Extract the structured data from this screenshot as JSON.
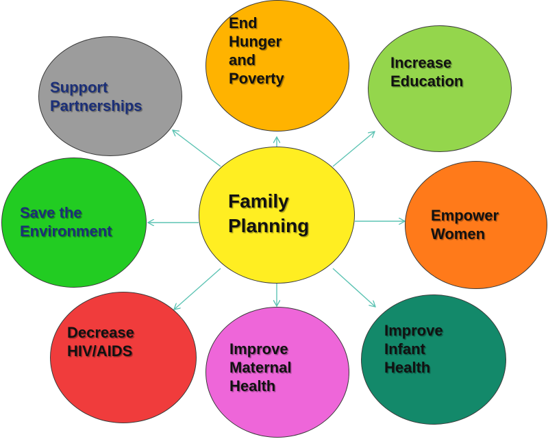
{
  "center": {
    "lines": [
      "Family",
      "Planning"
    ],
    "color": "#ffee22",
    "text_color": "#111111"
  },
  "nodes": [
    {
      "id": "support-partnerships",
      "lines": [
        "Support",
        "Partnerships"
      ],
      "color": "#9c9c9c",
      "text_color": "#1b2f78"
    },
    {
      "id": "end-hunger-poverty",
      "lines": [
        "End",
        "Hunger",
        "and",
        "Poverty"
      ],
      "color": "#ffb300",
      "text_color": "#111111"
    },
    {
      "id": "increase-education",
      "lines": [
        "Increase",
        "Education"
      ],
      "color": "#94d64c",
      "text_color": "#111111"
    },
    {
      "id": "save-environment",
      "lines": [
        "Save the",
        "Environment"
      ],
      "color": "#22cc22",
      "text_color": "#1b2f78"
    },
    {
      "id": "empower-women",
      "lines": [
        "Empower",
        "Women"
      ],
      "color": "#ff7a1a",
      "text_color": "#111111"
    },
    {
      "id": "decrease-hiv-aids",
      "lines": [
        "Decrease",
        "HIV/AIDS"
      ],
      "color": "#f03c3c",
      "text_color": "#111111"
    },
    {
      "id": "improve-maternal-health",
      "lines": [
        "Improve",
        "Maternal",
        "Health"
      ],
      "color": "#ee66d9",
      "text_color": "#111111"
    },
    {
      "id": "improve-infant-health",
      "lines": [
        "Improve",
        "Infant",
        "Health"
      ],
      "color": "#13896a",
      "text_color": "#111111"
    }
  ],
  "arrow_color": "#5cc3b3"
}
